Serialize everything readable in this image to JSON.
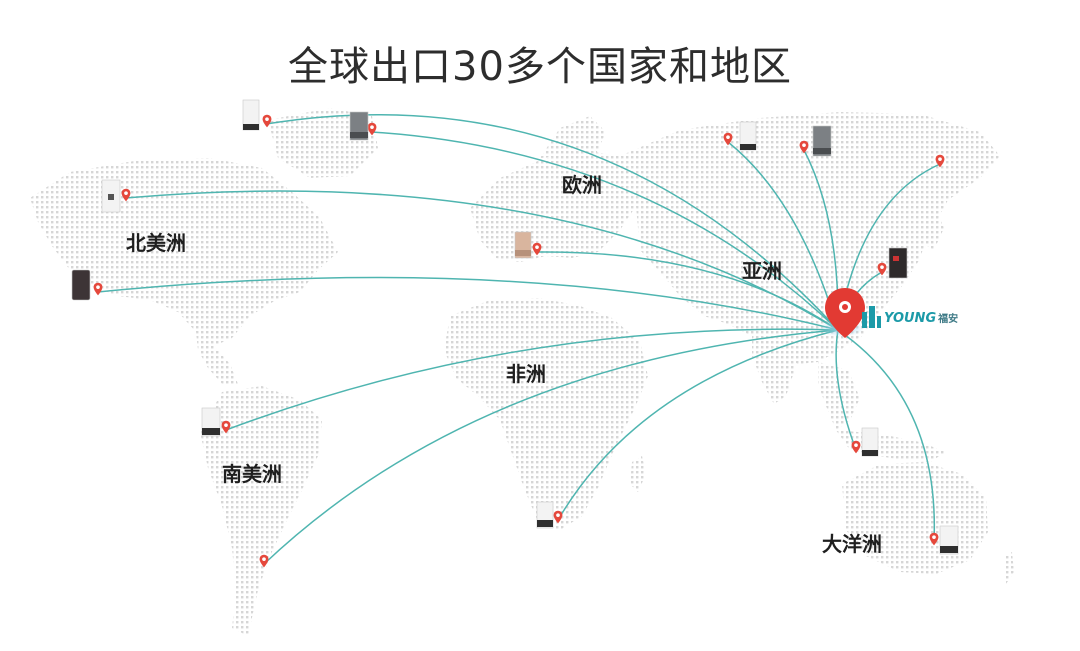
{
  "title": "全球出口30多个国家和地区",
  "labels": {
    "north_america": "北美洲",
    "europe": "欧洲",
    "asia": "亚洲",
    "africa": "非洲",
    "south_america": "南美洲",
    "oceania": "大洋洲"
  },
  "brand": {
    "name": "YOUNG",
    "sub": "福安"
  },
  "colors": {
    "route": "#4fb5b0",
    "pin": "#e5483c",
    "hub_pin": "#e23a33",
    "land_dots": "#d9d9d9",
    "heater_white": "#f3f3f3",
    "heater_dark": "#3d3436",
    "heater_gray": "#7c8084",
    "heater_beige": "#d9b59e"
  }
}
